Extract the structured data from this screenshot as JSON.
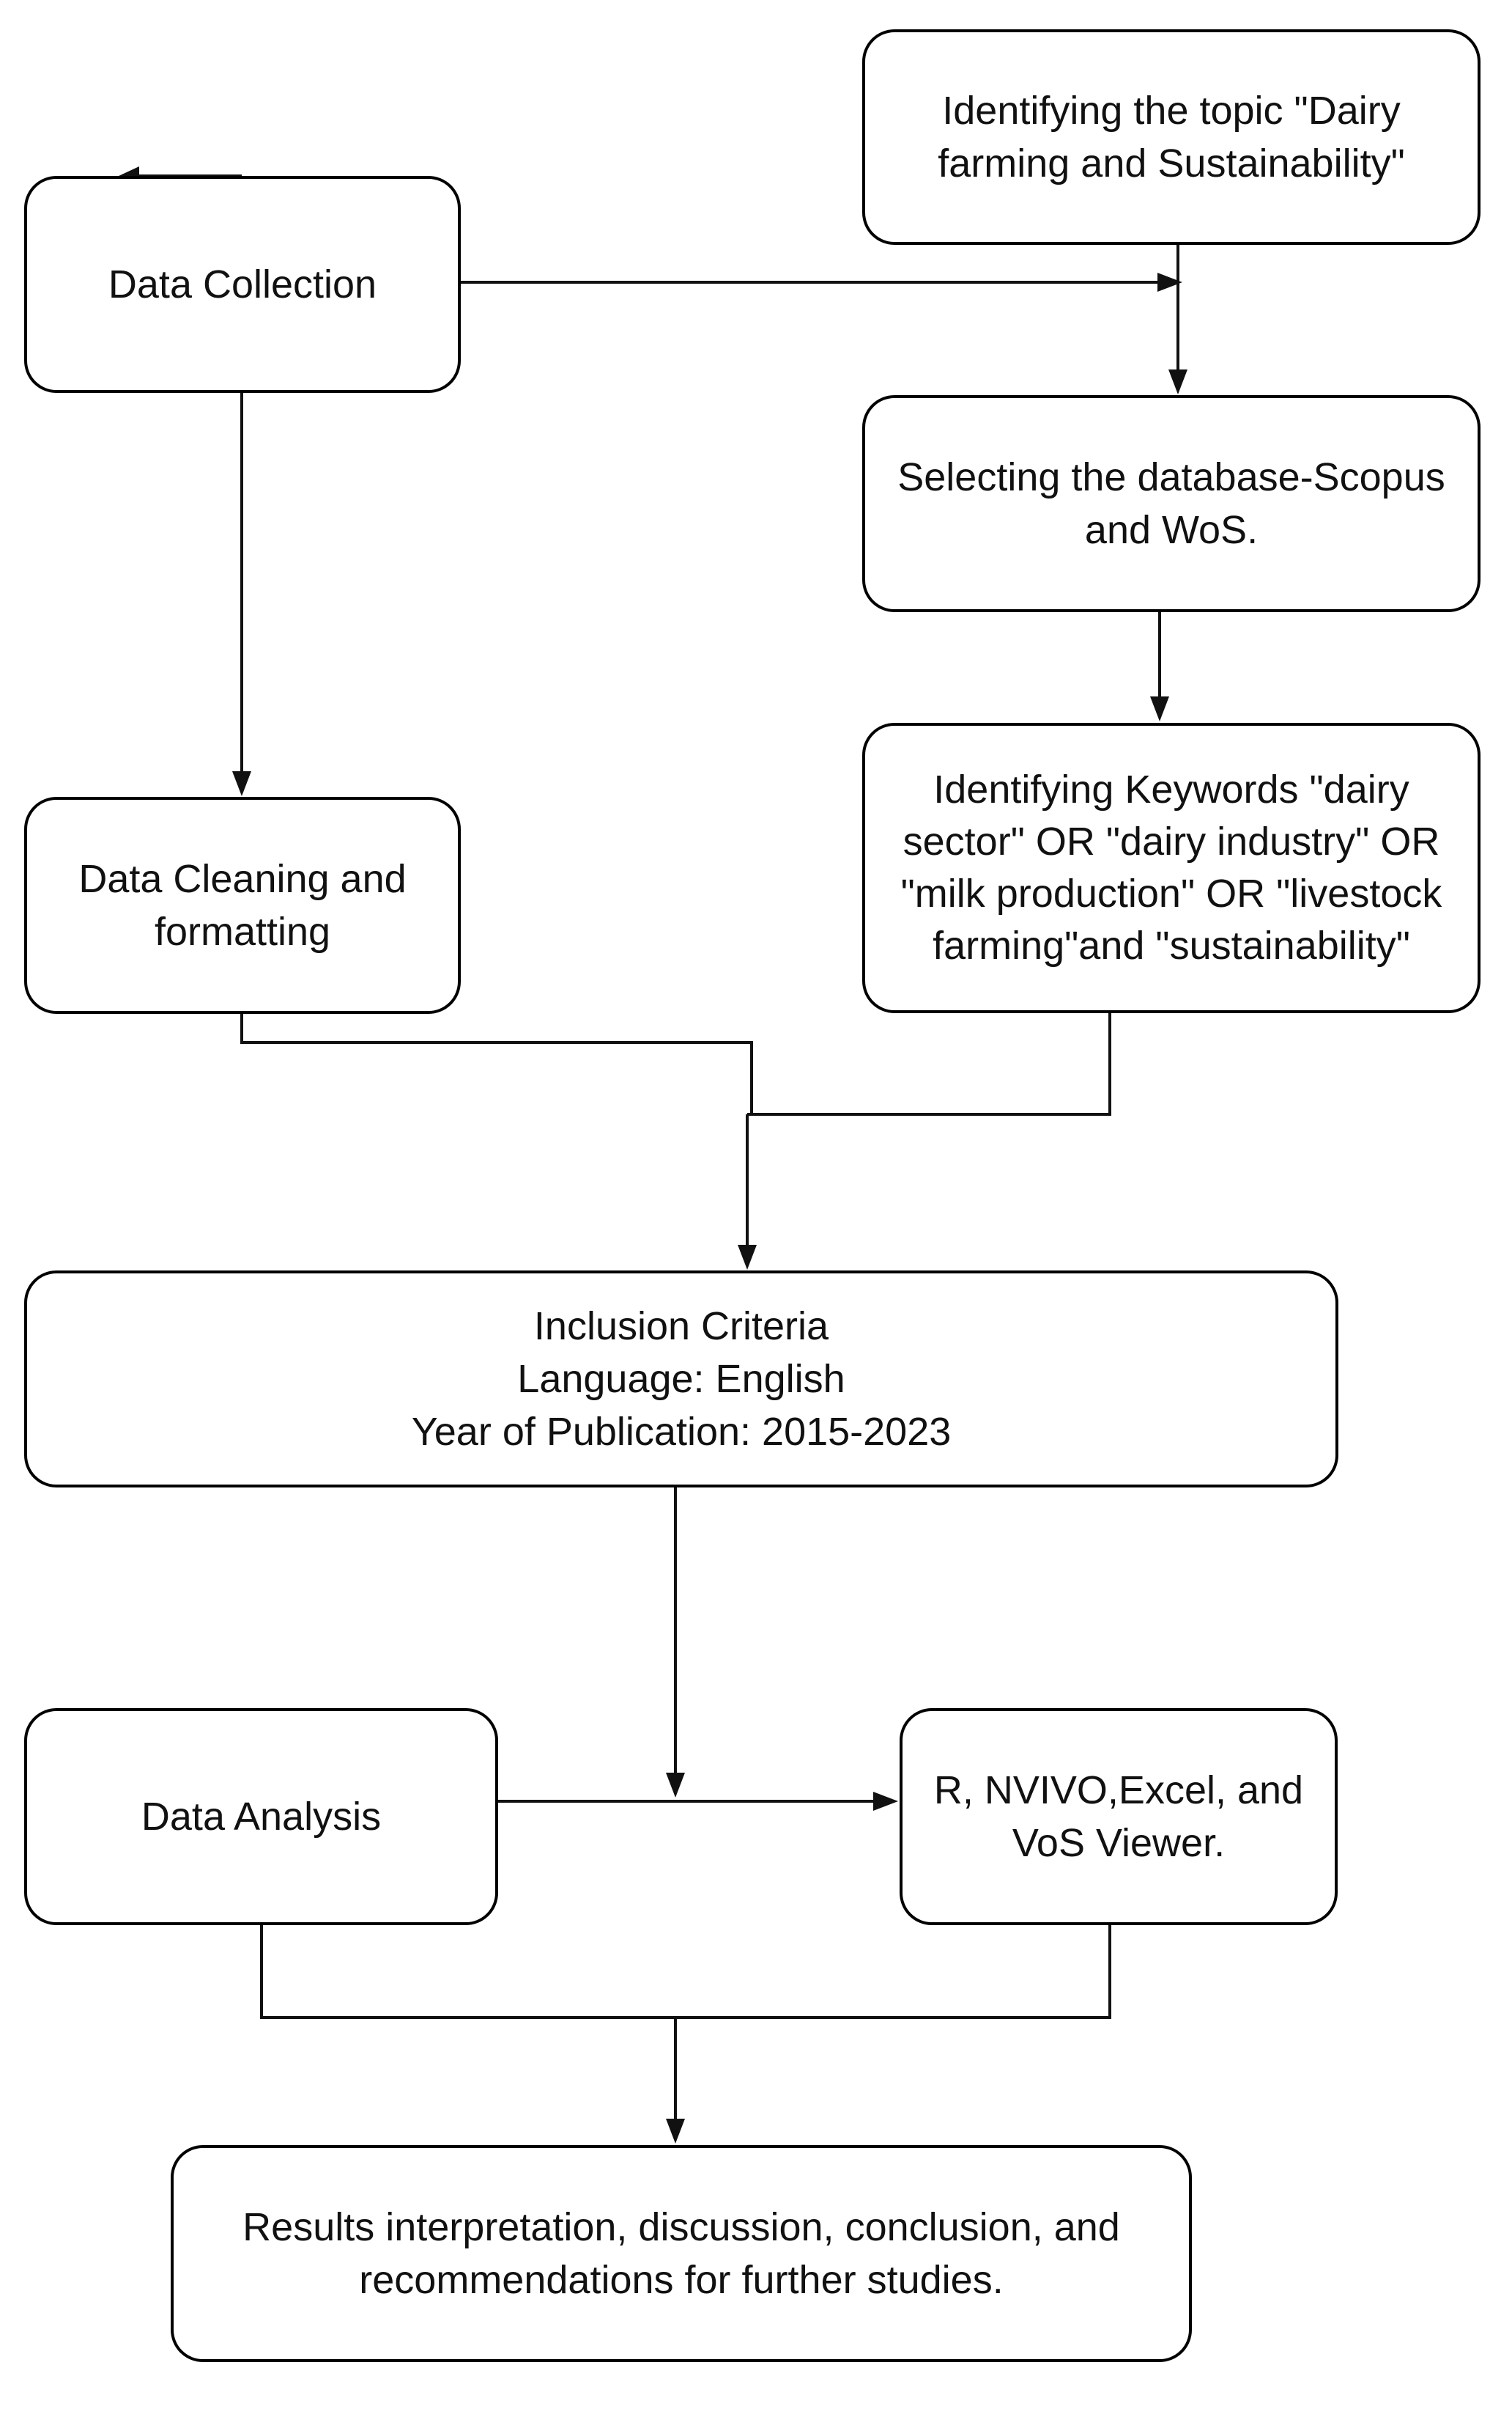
{
  "nodes": {
    "topic": "Identifying the topic \"Dairy farming and Sustainability\"",
    "collection": "Data Collection",
    "database": "Selecting the database-Scopus and WoS.",
    "keywords": "Identifying Keywords \"dairy sector\" OR \"dairy industry\" OR \"milk production\" OR \"livestock farming\"and \"sustainability\"",
    "cleaning": "Data Cleaning and formatting",
    "inclusion": "Inclusion Criteria\nLanguage: English\nYear of Publication: 2015-2023",
    "analysis": "Data Analysis",
    "tools": "R, NVIVO,Excel, and VoS Viewer.",
    "results": "Results interpretation, discussion, conclusion, and recommendations for further studies."
  },
  "colors": {
    "stroke": "#000000",
    "connector": "#111111",
    "text": "#111111",
    "background": "#ffffff"
  }
}
